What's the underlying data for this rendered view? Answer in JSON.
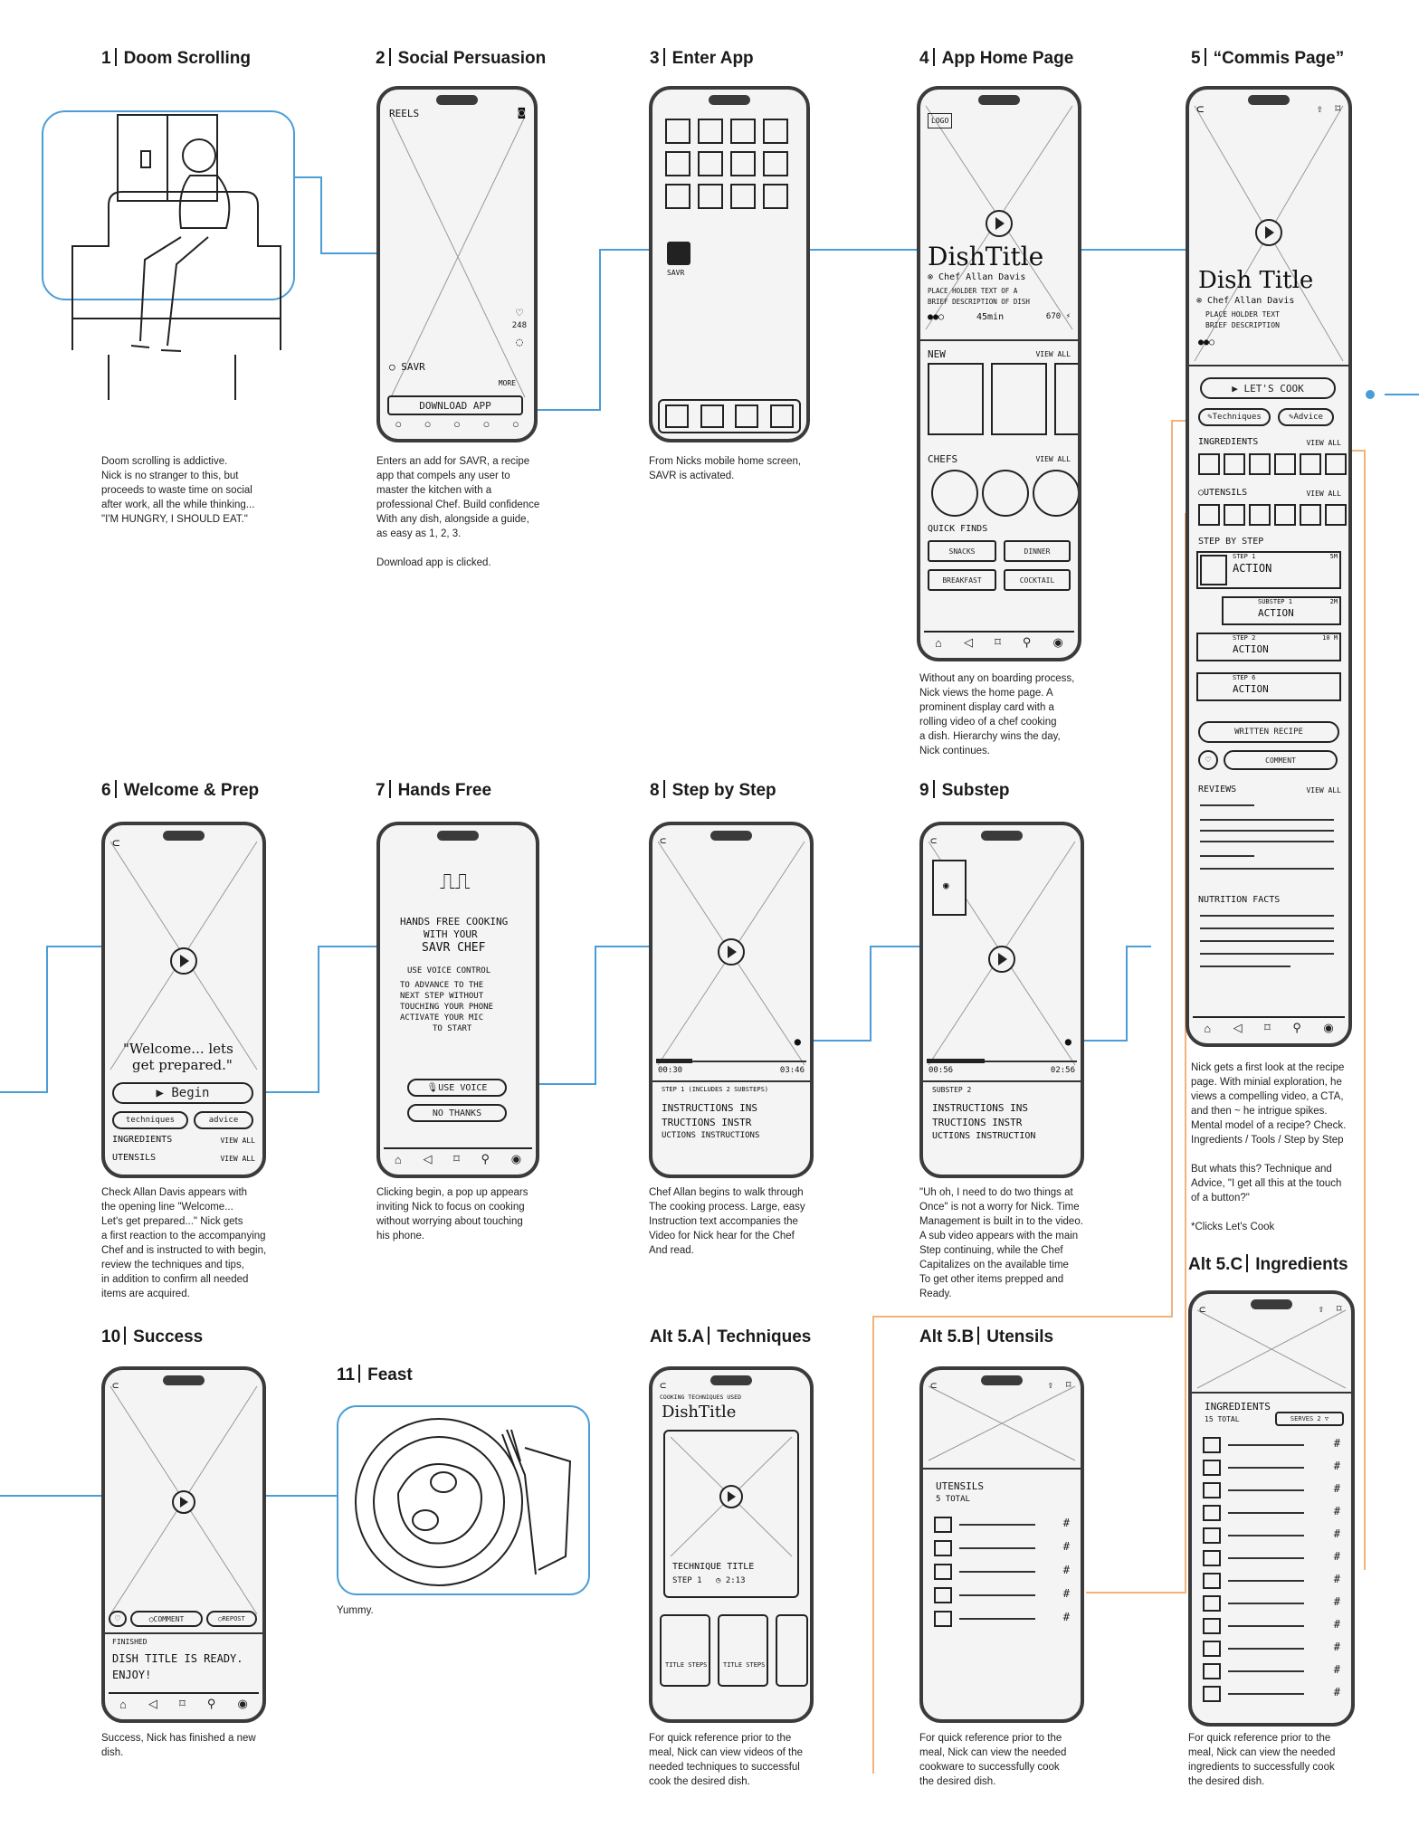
{
  "panels": [
    {
      "num": "1",
      "title": "Doom Scrolling",
      "caption": [
        "Doom scrolling is addictive.",
        "Nick is no stranger to this, but",
        "proceeds to waste time on social",
        "after work, all the while thinking...",
        "\"I'M HUNGRY, I SHOULD EAT.\""
      ]
    },
    {
      "num": "2",
      "title": "Social Persuasion",
      "caption": [
        "Enters an add for SAVR, a recipe",
        "app that compels any user to",
        "master the kitchen with a",
        "professional Chef. Build confidence",
        "With any dish, alongside a guide,",
        "as easy as 1, 2, 3.",
        "",
        "Download app is clicked."
      ]
    },
    {
      "num": "3",
      "title": "Enter App",
      "caption": [
        "From Nicks mobile home screen,",
        "SAVR is activated."
      ]
    },
    {
      "num": "4",
      "title": "App Home Page",
      "caption": [
        "Without any on boarding process,",
        "Nick views the home page. A",
        "prominent display card with a",
        "rolling video of a chef cooking",
        "a dish. Hierarchy wins the day,",
        "Nick continues."
      ]
    },
    {
      "num": "5",
      "title": "“Commis Page”",
      "caption": [
        "Nick gets a first look at the recipe",
        "page. With minial exploration, he",
        "views a compelling video, a CTA,",
        "and then ~ he intrigue spikes.",
        "Mental model of a recipe? Check.",
        "Ingredients / Tools / Step by Step",
        "",
        "But whats this? Technique and",
        "Advice, \"I get all this at the touch",
        "of a button?\"",
        "",
        "*Clicks Let's Cook"
      ]
    },
    {
      "num": "6",
      "title": "Welcome & Prep",
      "caption": [
        "Check Allan Davis appears with",
        "the opening line \"Welcome...",
        "Let's get prepared...\" Nick gets",
        "a first reaction to the accompanying",
        "Chef and is instructed to with begin,",
        "review the techniques and tips,",
        "in addition to confirm all needed",
        "items are acquired."
      ]
    },
    {
      "num": "7",
      "title": "Hands Free",
      "caption": [
        "Clicking begin, a pop up appears",
        "inviting Nick to focus on cooking",
        "without worrying about touching",
        "his phone."
      ]
    },
    {
      "num": "8",
      "title": "Step by Step",
      "caption": [
        "Chef Allan begins to walk through",
        "The cooking process. Large, easy",
        "Instruction text accompanies the",
        "Video for Nick hear for the Chef",
        "And read."
      ]
    },
    {
      "num": "9",
      "title": "Substep",
      "caption": [
        "\"Uh oh, I need to do two things at",
        "Once\" is not a worry for Nick. Time",
        "Management is built in to the video.",
        "A sub video appears with the main",
        "Step continuing, while the Chef",
        "Capitalizes on the available time",
        "To get other items prepped and",
        "Ready."
      ]
    },
    {
      "num": "10",
      "title": "Success",
      "caption": [
        "Success, Nick has finished a new",
        "dish."
      ]
    },
    {
      "num": "11",
      "title": "Feast",
      "caption": [
        "Yummy."
      ]
    },
    {
      "num": "Alt 5.A",
      "title": "Techniques",
      "caption": [
        "For quick reference prior to the",
        "meal, Nick can view videos of the",
        "needed techniques to successful",
        "cook the desired dish."
      ]
    },
    {
      "num": "Alt 5.B",
      "title": "Utensils",
      "caption": [
        "For quick reference prior to the",
        "meal, Nick can view the needed",
        "cookware to successfully cook",
        "the desired dish."
      ]
    },
    {
      "num": "Alt 5.C",
      "title": "Ingredients",
      "caption": [
        "For quick reference prior to the",
        "meal, Nick can view the needed",
        "ingredients to successfully cook",
        "the desired dish."
      ]
    }
  ],
  "wireframes": {
    "p2": {
      "header": "REELS",
      "likes": "248",
      "app_name": "SAVR",
      "more": "MORE",
      "cta": "DOWNLOAD APP"
    },
    "p3": {
      "app_label": "SAVR"
    },
    "p4": {
      "logo": "LOGO",
      "title": "DishTitle",
      "chef": "Chef Allan Davis",
      "desc1": "PLACE HOLDER TEXT OF A",
      "desc2": "BRIEF DESCRIPTION OF DISH",
      "time": "45min",
      "pct": "670 ⚡",
      "new": "NEW",
      "view_all": "VIEW ALL",
      "chefs": "CHEFS",
      "quick": "QUICK FINDS",
      "snacks": "SNACKS",
      "dinner": "DINNER",
      "breakfast": "BREAKFAST",
      "cocktail": "COCKTAIL"
    },
    "p5": {
      "title": "Dish Title",
      "chef": "Chef Allan Davis",
      "desc1": "PLACE HOLDER TEXT",
      "desc2": "BRIEF DESCRIPTION",
      "cta": "▶ LET'S COOK",
      "techniques": "Techniques",
      "advice": "Advice",
      "ingredients": "INGREDIENTS",
      "utensils": "UTENSILS",
      "view_all": "VIEW ALL",
      "step_by_step": "STEP BY STEP",
      "step1": "STEP 1",
      "action": "ACTION",
      "substep": "SUBSTEP 1",
      "step2": "STEP 2",
      "step6": "STEP 6",
      "t5": "5M",
      "t2": "2M",
      "t10": "10 M",
      "written": "WRITTEN RECIPE",
      "comment": "COMMENT",
      "reviews": "REVIEWS",
      "nutrition": "NUTRITION FACTS"
    },
    "p6": {
      "welcome1": "\"Welcome... lets",
      "welcome2": "get prepared.\"",
      "begin": "▶ Begin",
      "techniques": "techniques",
      "advice": "advice",
      "ingredients": "INGREDIENTS",
      "utensils": "UTENSILS",
      "view_all": "VIEW ALL"
    },
    "p7": {
      "l1": "HANDS FREE COOKING",
      "l2": "WITH YOUR",
      "l3": "SAVR CHEF",
      "l4": "USE VOICE CONTROL",
      "l5": "TO ADVANCE TO THE",
      "l6": "NEXT STEP WITHOUT",
      "l7": "TOUCHING YOUR PHONE",
      "l8": "ACTIVATE YOUR MIC",
      "l9": "TO START",
      "voice": "USE VOICE",
      "no_thanks": "NO THANKS"
    },
    "p8": {
      "t_start": "00:30",
      "t_end": "03:46",
      "step": "STEP 1 (INCLUDES 2 SUBSTEPS)",
      "i1": "INSTRUCTIONS INS",
      "i2": "TRUCTIONS INSTR",
      "i3": "UCTIONS INSTRUCTIONS"
    },
    "p9": {
      "t_start": "00:56",
      "t_end": "02:56",
      "step": "SUBSTEP 2",
      "i1": "INSTRUCTIONS INS",
      "i2": "TRUCTIONS INSTR",
      "i3": "UCTIONS INSTRUCTION"
    },
    "p10": {
      "comment": "COMMENT",
      "repost": "REPOST",
      "finished": "FINISHED",
      "done1": "DISH TITLE IS READY.",
      "done2": "ENJOY!"
    },
    "p5a": {
      "header": "COOKING TECHNIQUES USED",
      "title": "DishTitle",
      "tech_title": "TECHNIQUE TITLE",
      "step": "STEP 1",
      "time": "2:13",
      "card": "TITLE STEPS"
    },
    "p5b": {
      "header": "UTENSILS",
      "total": "5 TOTAL",
      "hash": "#"
    },
    "p5c": {
      "header": "INGREDIENTS",
      "total": "15 TOTAL",
      "serves": "SERVES 2 ▽",
      "hash": "#"
    }
  },
  "colors": {
    "connector_blue": "#4a9dd6",
    "connector_orange": "#f2b27a",
    "phone_frame": "#3b3b3b"
  }
}
